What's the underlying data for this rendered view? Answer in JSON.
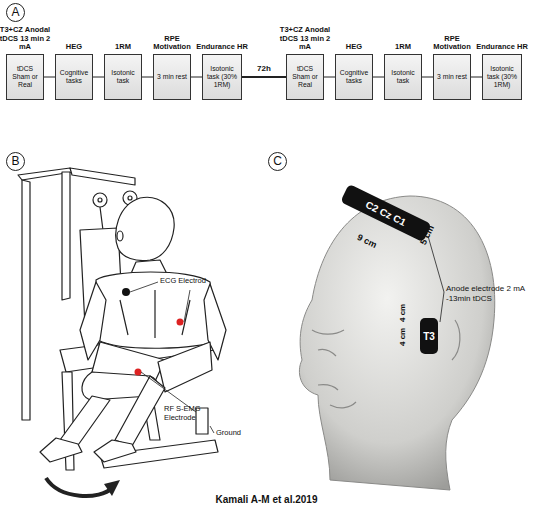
{
  "diagram": {
    "caption": "Kamali A-M et al.2019",
    "nodes": [
      {
        "text": [
          "T3+CZ Anodal tDCS 13 min 2 mA",
          "tDCS Sham or Real"
        ]
      },
      {
        "text": [
          "HEG",
          "Cognitive tasks"
        ]
      },
      {
        "text": [
          "1RM",
          "Isotonic task"
        ]
      },
      {
        "text": [
          "RPE Motivation",
          "3 min rest"
        ]
      },
      {
        "text": [
          "Endurance HR",
          "Isotonic task (30% 1RM)"
        ]
      },
      {
        "text": [
          "T3+CZ Anodal tDCS 13 min 2 mA",
          "tDCS Sham or Real"
        ]
      },
      {
        "text": [
          "HEG",
          "Cognitive tasks"
        ]
      },
      {
        "text": [
          "1RM",
          "Isotonic task"
        ]
      },
      {
        "text": [
          "RPE Motivation",
          "3 min rest"
        ]
      },
      {
        "text": [
          "Endurance HR",
          "Isotonic task (30% 1RM)"
        ]
      },
      {
        "text": [
          "C2 Cz C1"
        ]
      },
      {
        "text": [
          "T3"
        ]
      }
    ],
    "edges": [
      {
        "from": 0,
        "to": 1,
        "arrow": "none"
      },
      {
        "from": 1,
        "to": 2,
        "arrow": "none"
      },
      {
        "from": 2,
        "to": 3,
        "arrow": "none"
      },
      {
        "from": 3,
        "to": 4,
        "arrow": "none"
      },
      {
        "from": 4,
        "to": 5,
        "label": "72h",
        "arrow": "none"
      },
      {
        "from": 5,
        "to": 6,
        "arrow": "none"
      },
      {
        "from": 6,
        "to": 7,
        "arrow": "none"
      },
      {
        "from": 7,
        "to": 8,
        "arrow": "none"
      },
      {
        "from": 8,
        "to": 9,
        "arrow": "none"
      }
    ],
    "labels": [
      "A",
      "B",
      "C",
      "ECG Electrod",
      "RF S-EMG Electrode",
      "Ground",
      "9 cm",
      "5 cm",
      "4 cm",
      "4 cm",
      "Anode electrode 2 mA -13min tDCS"
    ]
  }
}
